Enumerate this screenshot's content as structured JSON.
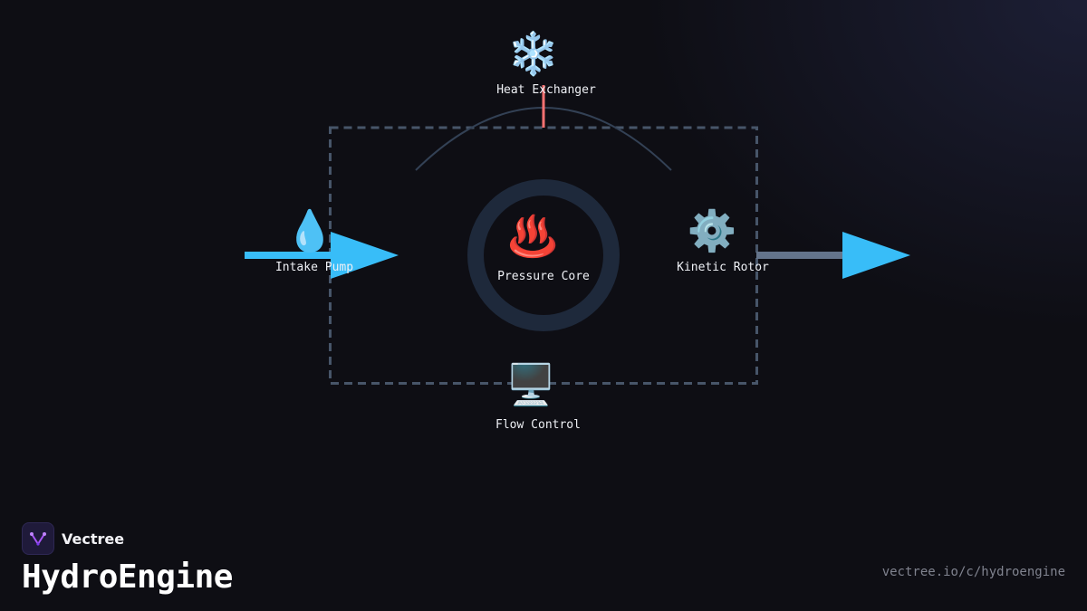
{
  "diagram": {
    "nodes": {
      "heat_exchanger": {
        "label": "Heat Exchanger",
        "glyph": "❄️",
        "icon": "snowflake-icon"
      },
      "intake_pump": {
        "label": "Intake Pump",
        "glyph": "💧",
        "icon": "droplet-icon"
      },
      "pressure_core": {
        "label": "Pressure Core",
        "glyph": "♨️",
        "icon": "hot-springs-icon"
      },
      "kinetic_rotor": {
        "label": "Kinetic Rotor",
        "glyph": "⚙️",
        "icon": "gear-icon"
      },
      "flow_control": {
        "label": "Flow Control",
        "glyph": "🖥️",
        "icon": "monitor-icon"
      }
    },
    "colors": {
      "inflow_arrow": "#38bdf8",
      "outflow_line": "#64748b",
      "heat_link": "#f87171",
      "boundary": "#475569",
      "core_ring": "#1e293b",
      "arc": "#334155"
    }
  },
  "branding": {
    "company": "Vectree",
    "product": "HydroEngine",
    "url": "vectree.io/c/hydroengine",
    "logo_color": "#a855f7"
  }
}
